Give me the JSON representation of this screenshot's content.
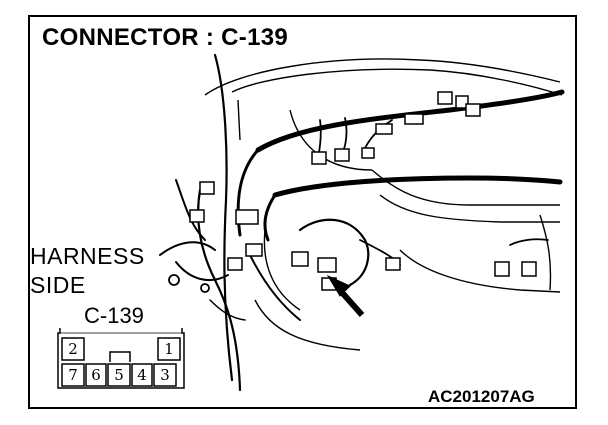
{
  "title": "CONNECTOR : C-139",
  "harness_side_label": [
    "HARNESS",
    "SIDE"
  ],
  "connector_label": "C-139",
  "figure_code": "AC201207AG",
  "connector_pins": {
    "top_row": [
      "2",
      "1"
    ],
    "bottom_row": [
      "7",
      "6",
      "5",
      "4",
      "3"
    ]
  },
  "colors": {
    "ink": "#000000",
    "paper": "#ffffff"
  }
}
